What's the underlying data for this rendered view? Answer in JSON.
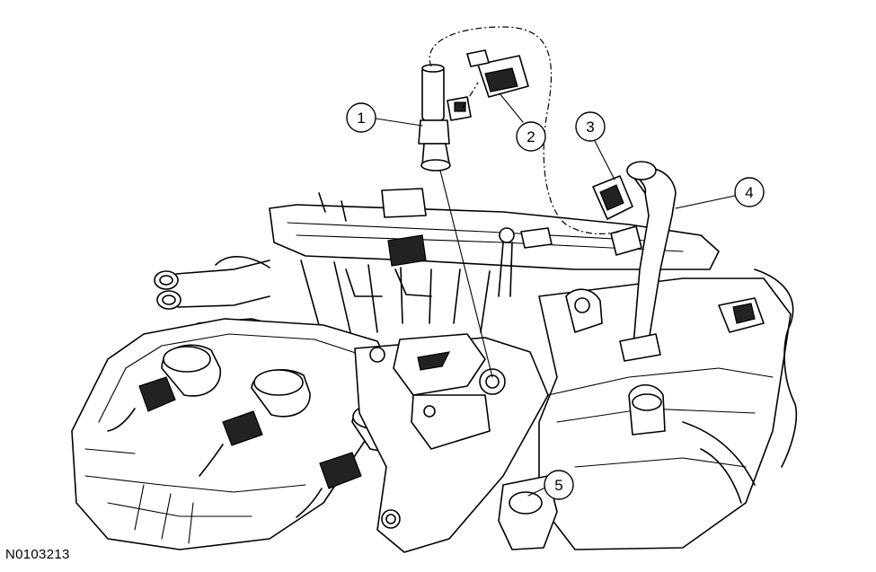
{
  "figure_id": "N0103213",
  "callouts": [
    {
      "number": "1"
    },
    {
      "number": "2"
    },
    {
      "number": "3"
    },
    {
      "number": "4"
    },
    {
      "number": "5"
    }
  ]
}
